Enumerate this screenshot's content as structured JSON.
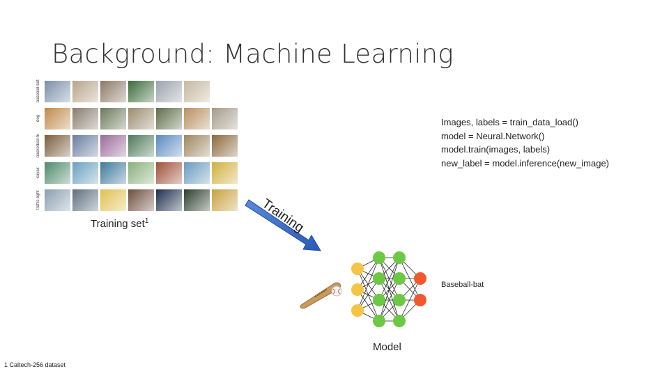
{
  "slide": {
    "title": "Background: Machine Learning",
    "code_lines": [
      "Images, labels = train_data_load()",
      "model = Neural.Network()",
      "model.train(images, labels)",
      "new_label = model.inference(new_image)"
    ],
    "training_set_label": "Training set",
    "training_set_sup": "1",
    "arrow_label": "Training",
    "output_label": "Baseball-bat",
    "model_label": "Model",
    "footnote": "1 Caltech-256 dataset",
    "dataset_rows": [
      {
        "label": "baseball-bat",
        "colors": [
          "#7a8fa8",
          "#b7a48a",
          "#8c7a66",
          "#3b6b3a",
          "#9aa3ac",
          "#c6b7a0"
        ]
      },
      {
        "label": "dog",
        "colors": [
          "#c08a4a",
          "#8a7d6e",
          "#6c7a5a",
          "#9c8c70",
          "#5e6e4a",
          "#b89060",
          "#a49a88"
        ]
      },
      {
        "label": "basketball-hoop",
        "colors": [
          "#7a5e3e",
          "#6a7ea0",
          "#9a6c9a",
          "#4e7a5a",
          "#5c8ac0",
          "#a08660",
          "#8a6a3e"
        ]
      },
      {
        "label": "kayak",
        "colors": [
          "#4e8a6a",
          "#6aa0c0",
          "#3e7a9a",
          "#8ab07a",
          "#a0503a",
          "#6a9ac0",
          "#d0b040"
        ]
      },
      {
        "label": "traffic-light",
        "colors": [
          "#8aa0b0",
          "#5e6e7e",
          "#e0c050",
          "#6e4e3e",
          "#1e2e4e",
          "#2e3e2e",
          "#c8a040"
        ]
      }
    ],
    "node_colors": {
      "input": "#f5c445",
      "hidden": "#6dc943",
      "output": "#f0582d",
      "edge": "#222222"
    }
  }
}
